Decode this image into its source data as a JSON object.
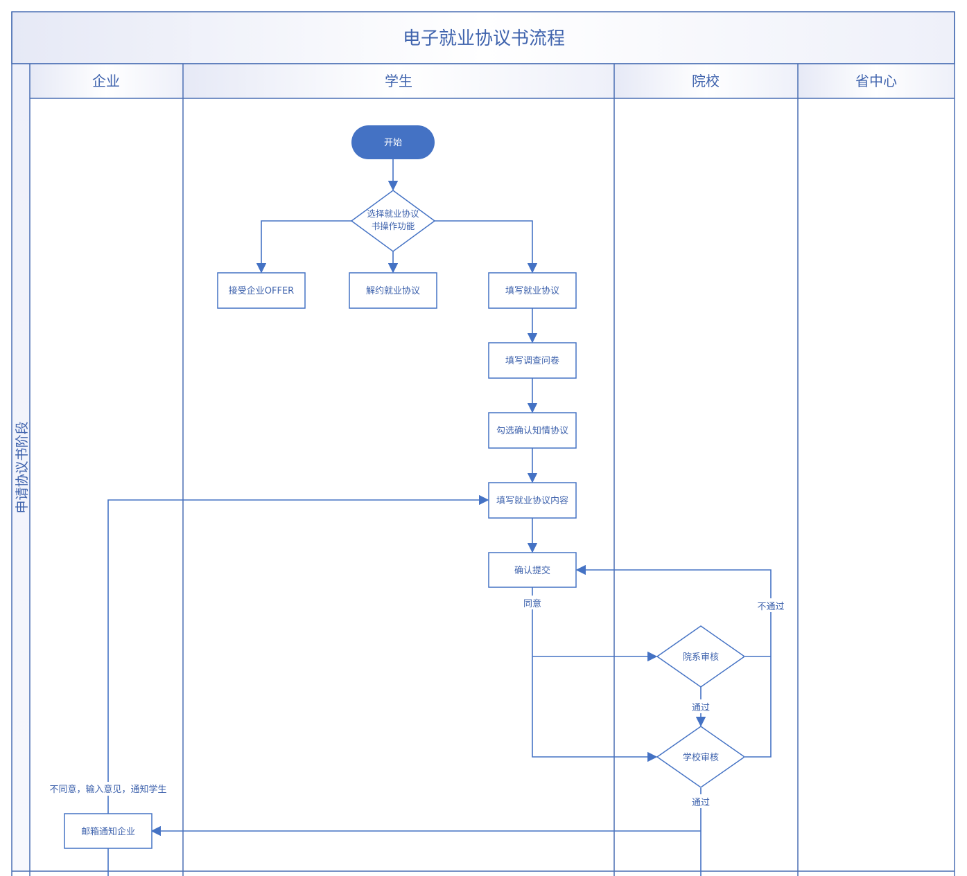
{
  "title": "电子就业协议书流程",
  "stage_label": "申请协议书阶段",
  "lanes": [
    "企业",
    "学生",
    "院校",
    "省中心"
  ],
  "nodes": {
    "start": "开始",
    "choose": [
      "选择就业协议",
      "书操作功能"
    ],
    "accept_offer": "接受企业OFFER",
    "cancel_agreement": "解约就业协议",
    "fill_agreement": "填写就业协议",
    "fill_survey": "填写调查问卷",
    "check_agreement": "勾选确认知情协议",
    "fill_content": "填写就业协议内容",
    "confirm_submit": "确认提交",
    "dept_review": "院系审核",
    "school_review": "学校审核",
    "email_notify": "邮箱通知企业"
  },
  "edge_labels": {
    "agree": "同意",
    "reject": "不通过",
    "pass1": "通过",
    "pass2": "通过",
    "disagree": "不同意，输入意见，通知学生"
  },
  "colors": {
    "line": "#4472c4",
    "text": "#3f63ad",
    "start_fill": "#4472c4",
    "header_bg": "#eef0fa"
  }
}
